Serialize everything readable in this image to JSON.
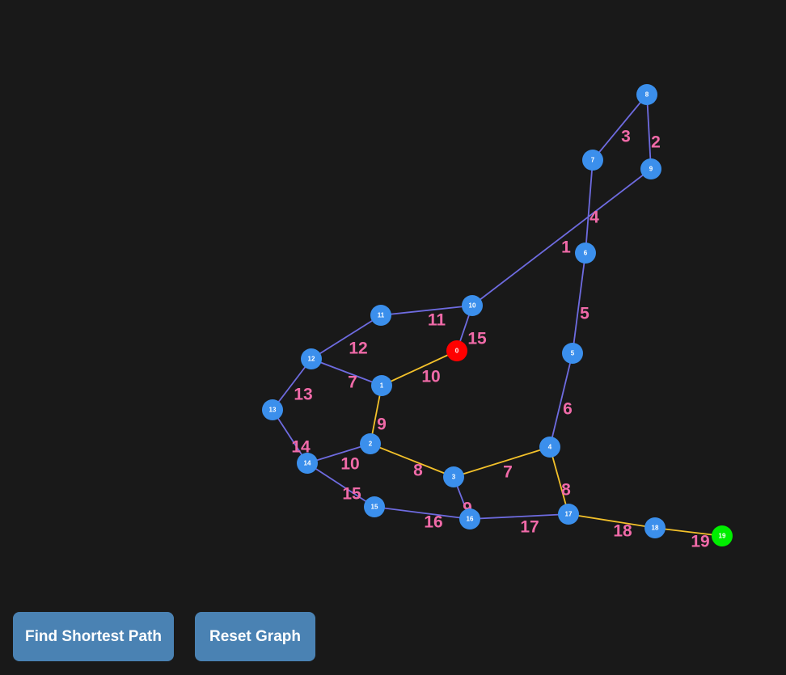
{
  "colors": {
    "background": "#191919",
    "edge_default": "#6e6be0",
    "edge_path": "#f3c12a",
    "node_default": "#3b8fec",
    "node_start": "#ff0000",
    "node_end": "#00ee00",
    "weight_text": "#f06aa8",
    "button_bg": "#4a82b3"
  },
  "buttons": {
    "find_shortest_path": "Find Shortest Path",
    "reset_graph": "Reset Graph"
  },
  "graph": {
    "start_node": "0",
    "end_node": "19",
    "nodes": [
      {
        "id": "0",
        "role": "start"
      },
      {
        "id": "1"
      },
      {
        "id": "2"
      },
      {
        "id": "3"
      },
      {
        "id": "4"
      },
      {
        "id": "5"
      },
      {
        "id": "6"
      },
      {
        "id": "7"
      },
      {
        "id": "8"
      },
      {
        "id": "9"
      },
      {
        "id": "10"
      },
      {
        "id": "11"
      },
      {
        "id": "12"
      },
      {
        "id": "13"
      },
      {
        "id": "14"
      },
      {
        "id": "15"
      },
      {
        "id": "16"
      },
      {
        "id": "17"
      },
      {
        "id": "18"
      },
      {
        "id": "19",
        "role": "end"
      }
    ],
    "edges": [
      {
        "from": "0",
        "to": "1",
        "weight": "10",
        "on_path": true
      },
      {
        "from": "1",
        "to": "2",
        "weight": "9",
        "on_path": true
      },
      {
        "from": "2",
        "to": "3",
        "weight": "8",
        "on_path": true
      },
      {
        "from": "3",
        "to": "4",
        "weight": "7",
        "on_path": true
      },
      {
        "from": "4",
        "to": "17",
        "weight": "8",
        "on_path": true
      },
      {
        "from": "17",
        "to": "18",
        "weight": "18",
        "on_path": true
      },
      {
        "from": "18",
        "to": "19",
        "weight": "19",
        "on_path": true
      },
      {
        "from": "4",
        "to": "5",
        "weight": "6",
        "on_path": false
      },
      {
        "from": "5",
        "to": "6",
        "weight": "5",
        "on_path": false
      },
      {
        "from": "6",
        "to": "7",
        "weight": "4",
        "on_path": false
      },
      {
        "from": "7",
        "to": "8",
        "weight": "3",
        "on_path": false
      },
      {
        "from": "8",
        "to": "9",
        "weight": "2",
        "on_path": false
      },
      {
        "from": "9",
        "to": "10",
        "weight": "1",
        "on_path": false
      },
      {
        "from": "10",
        "to": "0",
        "weight": "15",
        "on_path": false
      },
      {
        "from": "10",
        "to": "11",
        "weight": "11",
        "on_path": false
      },
      {
        "from": "11",
        "to": "12",
        "weight": "12",
        "on_path": false
      },
      {
        "from": "12",
        "to": "1",
        "weight": "7",
        "on_path": false
      },
      {
        "from": "12",
        "to": "13",
        "weight": "13",
        "on_path": false
      },
      {
        "from": "13",
        "to": "14",
        "weight": "14",
        "on_path": false
      },
      {
        "from": "14",
        "to": "2",
        "weight": "10",
        "on_path": false
      },
      {
        "from": "14",
        "to": "15",
        "weight": "15",
        "on_path": false
      },
      {
        "from": "15",
        "to": "16",
        "weight": "16",
        "on_path": false
      },
      {
        "from": "16",
        "to": "17",
        "weight": "17",
        "on_path": false
      },
      {
        "from": "3",
        "to": "16",
        "weight": "9",
        "on_path": false
      }
    ]
  }
}
